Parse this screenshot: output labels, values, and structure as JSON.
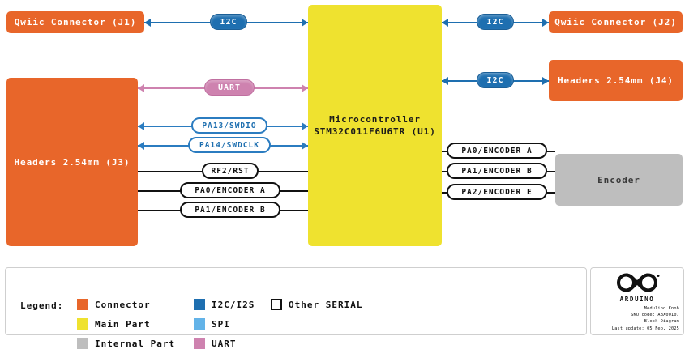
{
  "diagram": {
    "title": "Modulino Knob Block Diagram",
    "blocks": [
      {
        "id": "j1",
        "label": "Qwiic Connector (J1)",
        "kind": "connector"
      },
      {
        "id": "j3",
        "label": "Headers 2.54mm (J3)",
        "kind": "connector"
      },
      {
        "id": "mcu",
        "label_line1": "Microcontroller",
        "label_line2": "STM32C011F6U6TR (U1)",
        "kind": "main"
      },
      {
        "id": "j2",
        "label": "Qwiic Connector (J2)",
        "kind": "connector"
      },
      {
        "id": "j4",
        "label": "Headers 2.54mm (J4)",
        "kind": "connector"
      },
      {
        "id": "enc",
        "label": "Encoder",
        "kind": "internal"
      }
    ],
    "connections": [
      {
        "id": "c1",
        "label": "I2C",
        "bus": "i2c",
        "from": "j1",
        "to": "mcu",
        "arrows": "both"
      },
      {
        "id": "c2",
        "label": "UART",
        "bus": "uart",
        "from": "j3",
        "to": "mcu",
        "arrows": "both"
      },
      {
        "id": "c3",
        "label": "PA13/SWDIO",
        "bus": "spi",
        "from": "j3",
        "to": "mcu",
        "arrows": "both"
      },
      {
        "id": "c4",
        "label": "PA14/SWDCLK",
        "bus": "spi",
        "from": "j3",
        "to": "mcu",
        "arrows": "both"
      },
      {
        "id": "c5",
        "label": "RF2/RST",
        "bus": "serial",
        "from": "j3",
        "to": "mcu",
        "arrows": "none"
      },
      {
        "id": "c6",
        "label": "PA0/ENCODER A",
        "bus": "serial",
        "from": "j3",
        "to": "mcu",
        "arrows": "none"
      },
      {
        "id": "c7",
        "label": "PA1/ENCODER B",
        "bus": "serial",
        "from": "j3",
        "to": "mcu",
        "arrows": "none"
      },
      {
        "id": "c8",
        "label": "I2C",
        "bus": "i2c",
        "from": "mcu",
        "to": "j2",
        "arrows": "both"
      },
      {
        "id": "c9",
        "label": "I2C",
        "bus": "i2c",
        "from": "mcu",
        "to": "j4",
        "arrows": "both"
      },
      {
        "id": "c10",
        "label": "PA0/ENCODER A",
        "bus": "serial",
        "from": "mcu",
        "to": "enc",
        "arrows": "none"
      },
      {
        "id": "c11",
        "label": "PA1/ENCODER B",
        "bus": "serial",
        "from": "mcu",
        "to": "enc",
        "arrows": "none"
      },
      {
        "id": "c12",
        "label": "PA2/ENCODER E",
        "bus": "serial",
        "from": "mcu",
        "to": "enc",
        "arrows": "none"
      }
    ]
  },
  "legend": {
    "title": "Legend:",
    "items": [
      {
        "label": "Connector",
        "color": "#E8662A",
        "outline": false
      },
      {
        "label": "Main Part",
        "color": "#EFE22F",
        "outline": false
      },
      {
        "label": "Internal Part",
        "color": "#BEBEBE",
        "outline": false
      },
      {
        "label": "I2C/I2S",
        "color": "#1E6FB0",
        "outline": false
      },
      {
        "label": "SPI",
        "color": "#63B3E8",
        "outline": false
      },
      {
        "label": "UART",
        "color": "#CE82AF",
        "outline": false
      },
      {
        "label": "Other SERIAL",
        "color": "#FFFFFF",
        "outline": true
      }
    ]
  },
  "meta": {
    "brand": "ARDUINO",
    "product": "Modulino Knob",
    "sku": "SKU code: ABX00107",
    "doc_type": "Block Diagram",
    "last_update": "Last update: 05 Feb, 2025"
  },
  "colors": {
    "connector": "#E8662A",
    "main": "#EFE22F",
    "internal": "#BEBEBE",
    "i2c": "#1E6FB0",
    "spi": "#63B3E8",
    "uart": "#CE82AF",
    "serial": "#111111"
  }
}
